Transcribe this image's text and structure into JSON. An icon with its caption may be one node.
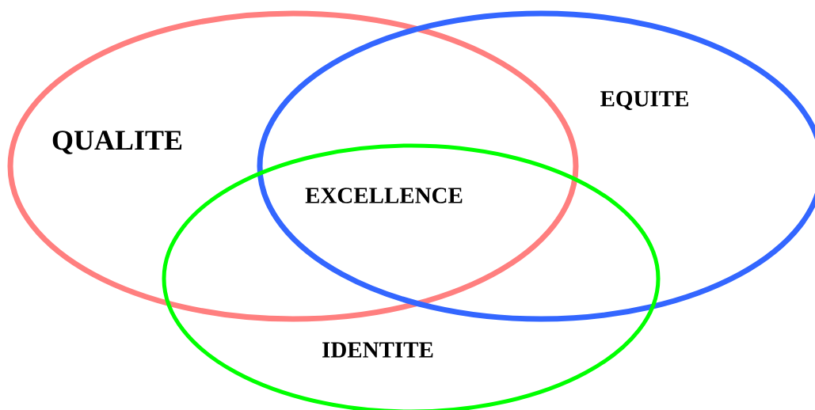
{
  "diagram": {
    "nodes": [
      {
        "text": [
          "QUALITE"
        ]
      },
      {
        "text": [
          "EQUITE"
        ]
      },
      {
        "text": [
          "IDENTITE"
        ]
      }
    ],
    "labels": [
      "EXCELLENCE"
    ]
  }
}
